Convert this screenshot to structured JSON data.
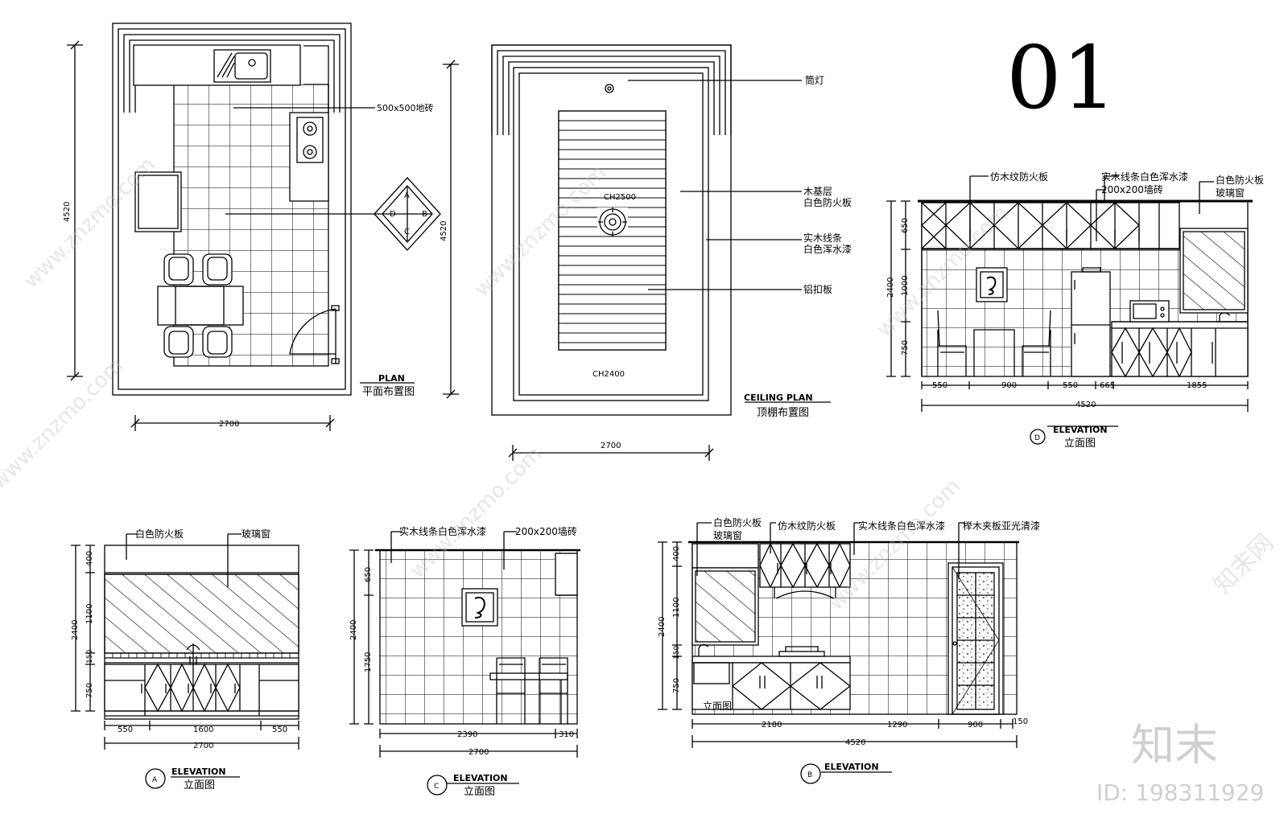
{
  "sheet_number": "01",
  "plan": {
    "title_en": "PLAN",
    "title_cn": "平面布置图",
    "width": "2700",
    "depth": "4520",
    "tile_label": "500x500地砖",
    "compass": [
      "A",
      "B",
      "C",
      "D"
    ]
  },
  "ceiling": {
    "title_en": "CEILING PLAN",
    "title_cn": "顶棚布置图",
    "width": "2700",
    "depth": "4520",
    "ch_upper": "CH2500",
    "ch_lower": "CH2400",
    "labels": {
      "downlight": "筒灯",
      "wood_base_1": "木基层",
      "wood_base_2": "白色防火板",
      "solid_line_1": "实木线条",
      "solid_line_2": "白色浑水漆",
      "aluminum": "铝扣板"
    }
  },
  "elev_d": {
    "letter": "D",
    "title_en": "ELEVATION",
    "title_cn": "立面图",
    "labels": {
      "imitation_wood": "仿木纹防火板",
      "solid_line_paint": "实木线条白色浑水漆",
      "wall_tile": "200x200墙砖",
      "white_board": "白色防火板",
      "glass_window": "玻璃窗"
    },
    "heights": [
      "650",
      "1000",
      "750"
    ],
    "total_height": "2400",
    "segments": [
      "550",
      "900",
      "550",
      "665",
      "1855"
    ],
    "total": "4520"
  },
  "elev_a": {
    "letter": "A",
    "title_en": "ELEVATION",
    "title_cn": "立面图",
    "labels": {
      "white_board": "白色防火板",
      "glass_window": "玻璃窗"
    },
    "heights": [
      "400",
      "1100",
      "150",
      "750"
    ],
    "total_height": "2400",
    "segments": [
      "550",
      "1600",
      "550"
    ],
    "total": "2700"
  },
  "elev_c": {
    "letter": "C",
    "title_en": "ELEVATION",
    "title_cn": "立面图",
    "labels": {
      "solid_line_paint": "实木线条白色浑水漆",
      "wall_tile": "200x200墙砖"
    },
    "heights": [
      "650",
      "1750"
    ],
    "total_height": "2400",
    "segments": [
      "2390",
      "310"
    ],
    "total": "2700"
  },
  "elev_b": {
    "letter": "B",
    "title_en": "ELEVATION",
    "inner_label": "立面图",
    "labels": {
      "white_board": "白色防火板",
      "glass_window": "玻璃窗",
      "imitation_wood": "仿木纹防火板",
      "solid_line_paint": "实木线条白色浑水漆",
      "beech": "榉木夹板亚光清漆"
    },
    "heights": [
      "400",
      "1100",
      "150",
      "750"
    ],
    "total_height": "2400",
    "segments": [
      "2180",
      "1290",
      "900",
      "150"
    ],
    "total": "4520"
  },
  "watermark": {
    "url": "www.znzmo.com",
    "brand": "知末网",
    "logo": "知末",
    "id": "ID: 198311929"
  }
}
